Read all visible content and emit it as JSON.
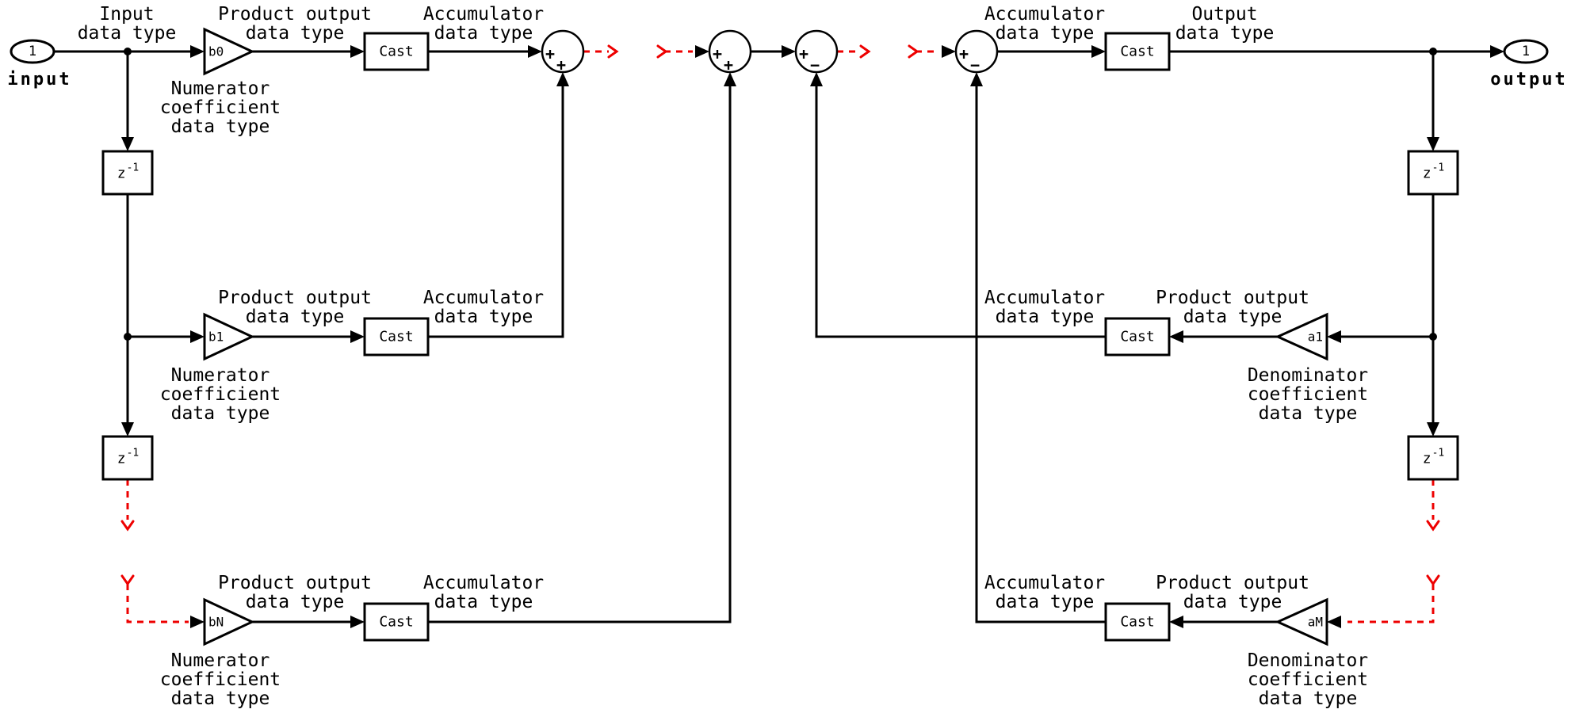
{
  "diagram": {
    "type": "simulink-block-diagram",
    "subject": "Direct Form I filter structure with data type annotations",
    "colors": {
      "wire": "#000000",
      "break_line": "#ee0000",
      "background": "#ffffff"
    },
    "ports": {
      "input": {
        "port_number": "1",
        "label": "input"
      },
      "output": {
        "port_number": "1",
        "label": "output"
      }
    },
    "cast_label": "Cast",
    "delay": {
      "base": "z",
      "exponent": "-1"
    },
    "gains": {
      "b0": "b0",
      "b1": "b1",
      "bN": "bN",
      "a1": "a1",
      "aM": "aM"
    },
    "sums": {
      "s1": {
        "left": "+",
        "bottom": "+"
      },
      "s2": {
        "left": "+",
        "bottom": "+"
      },
      "s3": {
        "left": "+",
        "bottom": "−"
      },
      "s4": {
        "left": "+",
        "bottom": "−"
      }
    },
    "annotations": {
      "input_dt": "Input\ndata type",
      "product_dt": "Product output\ndata type",
      "acc_dt": "Accumulator\ndata type",
      "output_dt": "Output\ndata type",
      "num_coef": "Numerator\ncoefficient\ndata type",
      "den_coef": "Denominator\ncoefficient\ndata type"
    }
  }
}
